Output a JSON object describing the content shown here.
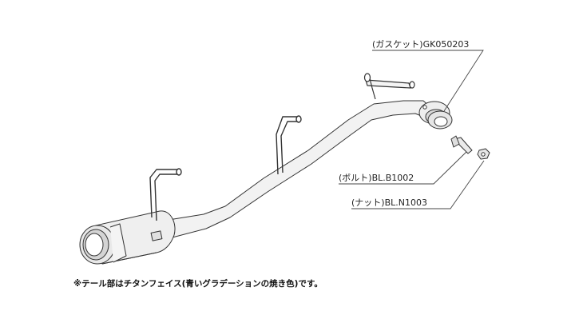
{
  "labels": {
    "gasket": "(ガスケット)GK050203",
    "bolt": "(ボルト)BL.B1002",
    "nut": "(ナット)BL.N1003"
  },
  "note": "※テール部はチタンフェイス(青いグラデーションの焼き色)です。",
  "colors": {
    "line": "#333333",
    "pipe_fill": "#f2f2f2",
    "shade": "#d8d8d8"
  }
}
